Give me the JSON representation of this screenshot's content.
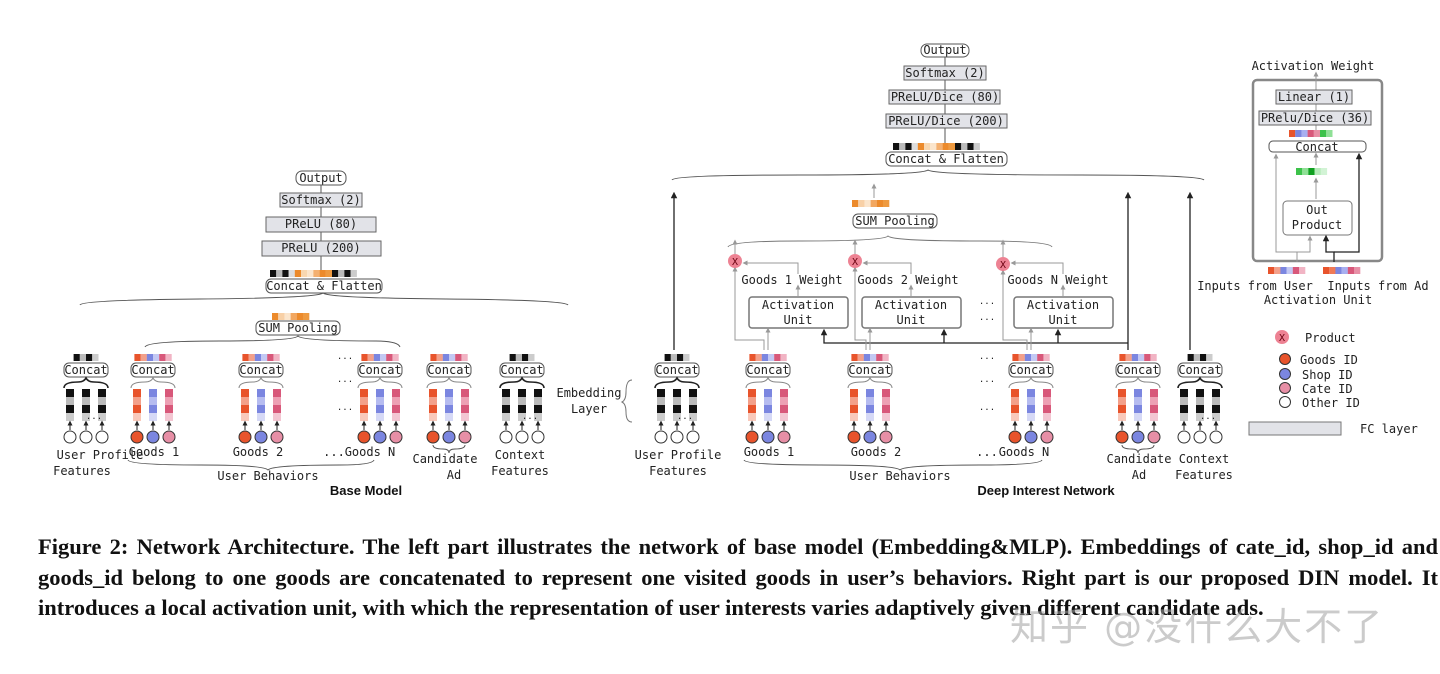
{
  "colors": {
    "goods": "#e8542c",
    "shop": "#7b86e0",
    "cate": "#e78fa6",
    "other": "#ffffff",
    "fc_fill": "#e2e3e8",
    "fc_stroke": "#666666",
    "orange": "#ec8a2b",
    "green": "#3cc24a",
    "product": "#ea6c80"
  },
  "base_model": {
    "title": "Base Model",
    "mlp": {
      "output": "Output",
      "softmax": "Softmax (2)",
      "fc1": "PReLU (80)",
      "fc2": "PReLU (200)",
      "concat_flatten": "Concat & Flatten"
    },
    "sum_pooling": "SUM Pooling",
    "concat": "Concat",
    "groups": {
      "user_profile": [
        "User Profile",
        "Features"
      ],
      "goods": [
        "Goods 1",
        "Goods 2",
        "Goods N"
      ],
      "candidate_ad": [
        "Candidate",
        "Ad"
      ],
      "context": [
        "Context",
        "Features"
      ]
    },
    "user_behaviors": "User Behaviors",
    "ellipsis": "..."
  },
  "din": {
    "title": "Deep Interest Network",
    "mlp": {
      "output": "Output",
      "softmax": "Softmax (2)",
      "fc1": "PReLU/Dice (80)",
      "fc2": "PReLU/Dice (200)",
      "concat_flatten": "Concat & Flatten"
    },
    "sum_pooling": "SUM Pooling",
    "concat": "Concat",
    "embedding_layer": [
      "Embedding",
      "Layer"
    ],
    "weights": [
      "Goods 1 Weight",
      "Goods 2 Weight",
      "Goods N Weight"
    ],
    "activation_unit": [
      "Activation",
      "Unit"
    ],
    "product_symbol": "X",
    "groups": {
      "user_profile": [
        "User Profile",
        "Features"
      ],
      "goods": [
        "Goods 1",
        "Goods 2",
        "Goods N"
      ],
      "candidate_ad": [
        "Candidate",
        "Ad"
      ],
      "context": [
        "Context",
        "Features"
      ]
    },
    "user_behaviors": "User Behaviors",
    "ellipsis": "..."
  },
  "activation_unit_detail": {
    "output_label": "Activation Weight",
    "linear": "Linear (1)",
    "prelu": "PRelu/Dice (36)",
    "concat": "Concat",
    "out_product": [
      "Out",
      "Product"
    ],
    "input_user": "Inputs from User",
    "input_ad": "Inputs from Ad",
    "caption": "Activation Unit"
  },
  "legend": {
    "items": [
      {
        "symbol": "product",
        "label": "Product"
      },
      {
        "symbol": "goods",
        "label": "Goods ID"
      },
      {
        "symbol": "shop",
        "label": "Shop ID"
      },
      {
        "symbol": "cate",
        "label": "Cate ID"
      },
      {
        "symbol": "other",
        "label": "Other ID"
      },
      {
        "symbol": "fc",
        "label": "FC layer"
      }
    ]
  },
  "caption": "Figure 2: Network Architecture. The left part illustrates the network of base model (Embedding&MLP). Embeddings of cate_id, shop_id and goods_id belong to one goods are concatenated to represent one visited goods in user’s behaviors. Right part is our proposed DIN model. It introduces a local activation unit, with which the representation of user interests varies adaptively given different candidate ads.",
  "watermark": "知乎 @没什么大不了"
}
